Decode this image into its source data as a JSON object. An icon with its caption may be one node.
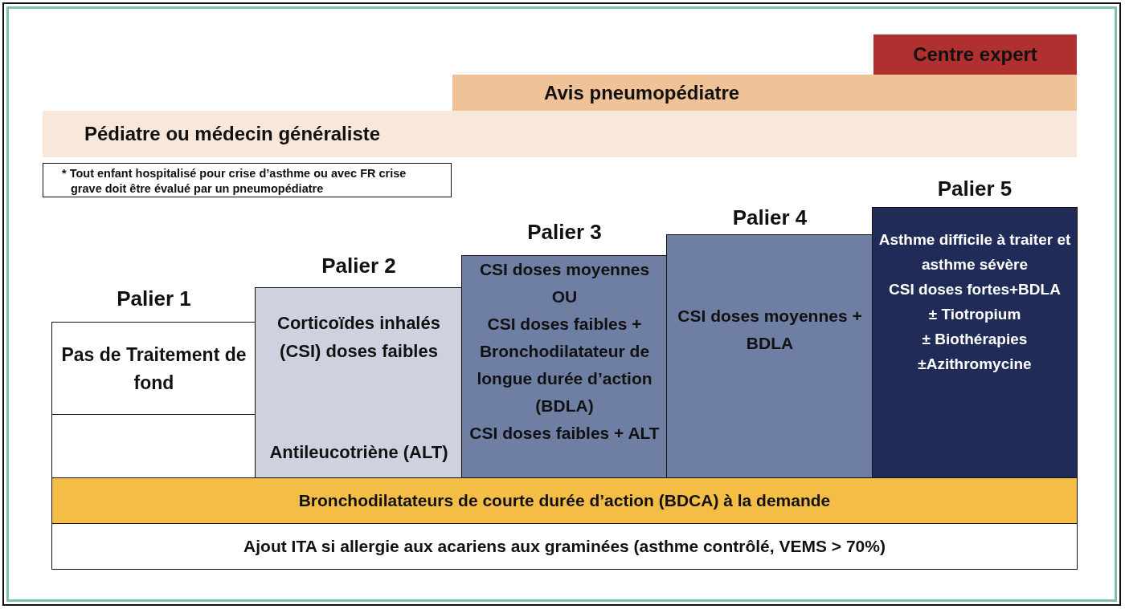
{
  "diagram": {
    "nodes": [
      {
        "text": [
          "Centre expert"
        ]
      },
      {
        "text": [
          "Avis pneumopédiatre"
        ]
      },
      {
        "text": [
          "Pédiatre ou médecin généraliste"
        ]
      },
      {
        "text": [
          "* Tout enfant hospitalisé pour crise d’asthme ou avec FR crise grave doit être évalué par un pneumopédiatre"
        ]
      },
      {
        "text": [
          "Palier 1",
          "Pas de Traitement de fond"
        ]
      },
      {
        "text": [],
        "shape": "box"
      },
      {
        "text": [
          "Palier 2",
          "Corticoïdes inhalés (CSI) doses faibles",
          "Antileucotriène (ALT)"
        ]
      },
      {
        "text": [
          "Palier 3",
          "CSI doses moyennes",
          "OU",
          "CSI doses faibles + Bronchodilatateur de longue durée d’action (BDLA)",
          "CSI doses faibles + ALT"
        ]
      },
      {
        "text": [
          "Palier 4",
          "CSI doses moyennes + BDLA"
        ]
      },
      {
        "text": [
          "Palier 5",
          "Asthme difficile à traiter et asthme sévère",
          "CSI doses fortes+BDLA",
          "± Tiotropium",
          "± Biothérapies",
          "±Azithromycine"
        ]
      },
      {
        "text": [
          "Bronchodilatateurs de courte durée d’action (BDCA) à la demande"
        ]
      },
      {
        "text": [
          "Ajout ITA si allergie aux acariens aux graminées (asthme contrôlé, VEMS > 70%)"
        ]
      }
    ]
  }
}
